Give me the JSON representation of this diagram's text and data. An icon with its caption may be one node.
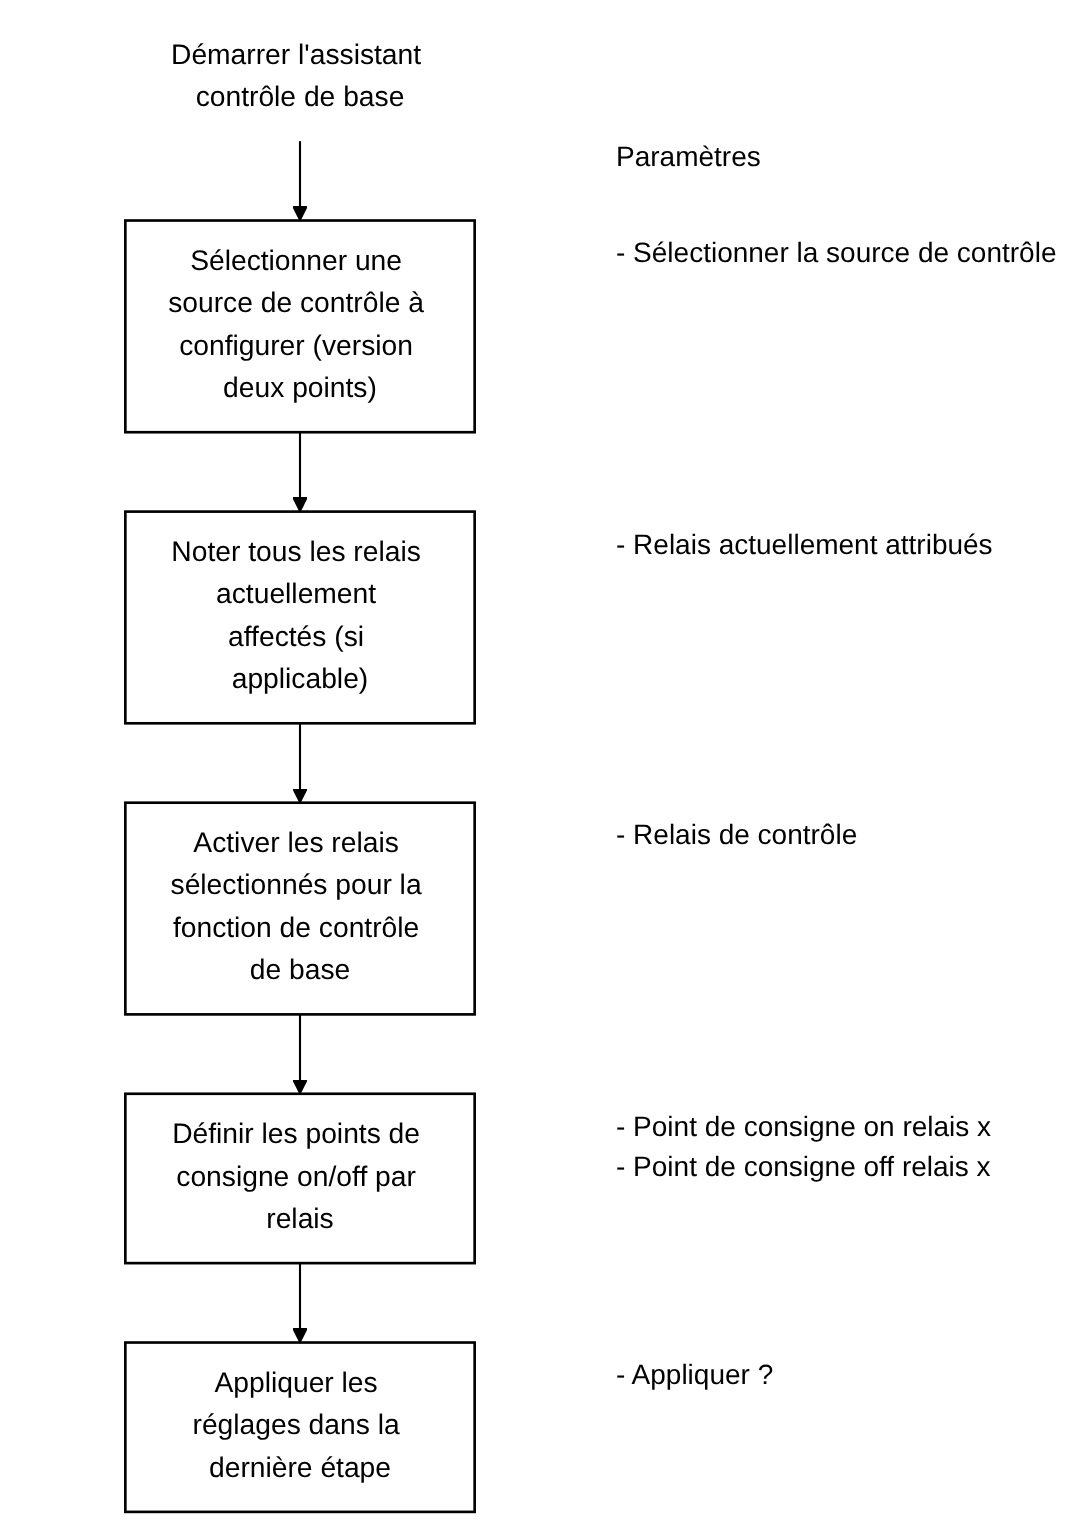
{
  "diagram": {
    "nodes": [
      {
        "text": [
          "Démarrer l'assistant contrôle de base"
        ]
      },
      {
        "text": [
          "Sélectionner une source de contrôle à configurer (version deux points)"
        ]
      },
      {
        "text": [
          "Noter tous les relais actuellement affectés (si applicable)"
        ]
      },
      {
        "text": [
          "Activer les relais sélectionnés pour la fonction de contrôle de base"
        ]
      },
      {
        "text": [
          "Définir les points de consigne on/off par relais"
        ]
      },
      {
        "text": [
          "Appliquer les réglages dans la dernière étape"
        ]
      }
    ],
    "edges": [
      {
        "from": 0,
        "to": 1,
        "arrow": "to"
      },
      {
        "from": 1,
        "to": 2,
        "arrow": "to"
      },
      {
        "from": 2,
        "to": 3,
        "arrow": "to"
      },
      {
        "from": 3,
        "to": 4,
        "arrow": "to"
      },
      {
        "from": 4,
        "to": 5,
        "arrow": "to"
      }
    ],
    "labels": [
      "Paramètres",
      "- Sélectionner la source de contrôle",
      "- Relais actuellement attribués",
      "- Relais de contrôle",
      "- Point de consigne on relais x",
      "- Point de consigne off relais x",
      "- Appliquer ?"
    ]
  }
}
